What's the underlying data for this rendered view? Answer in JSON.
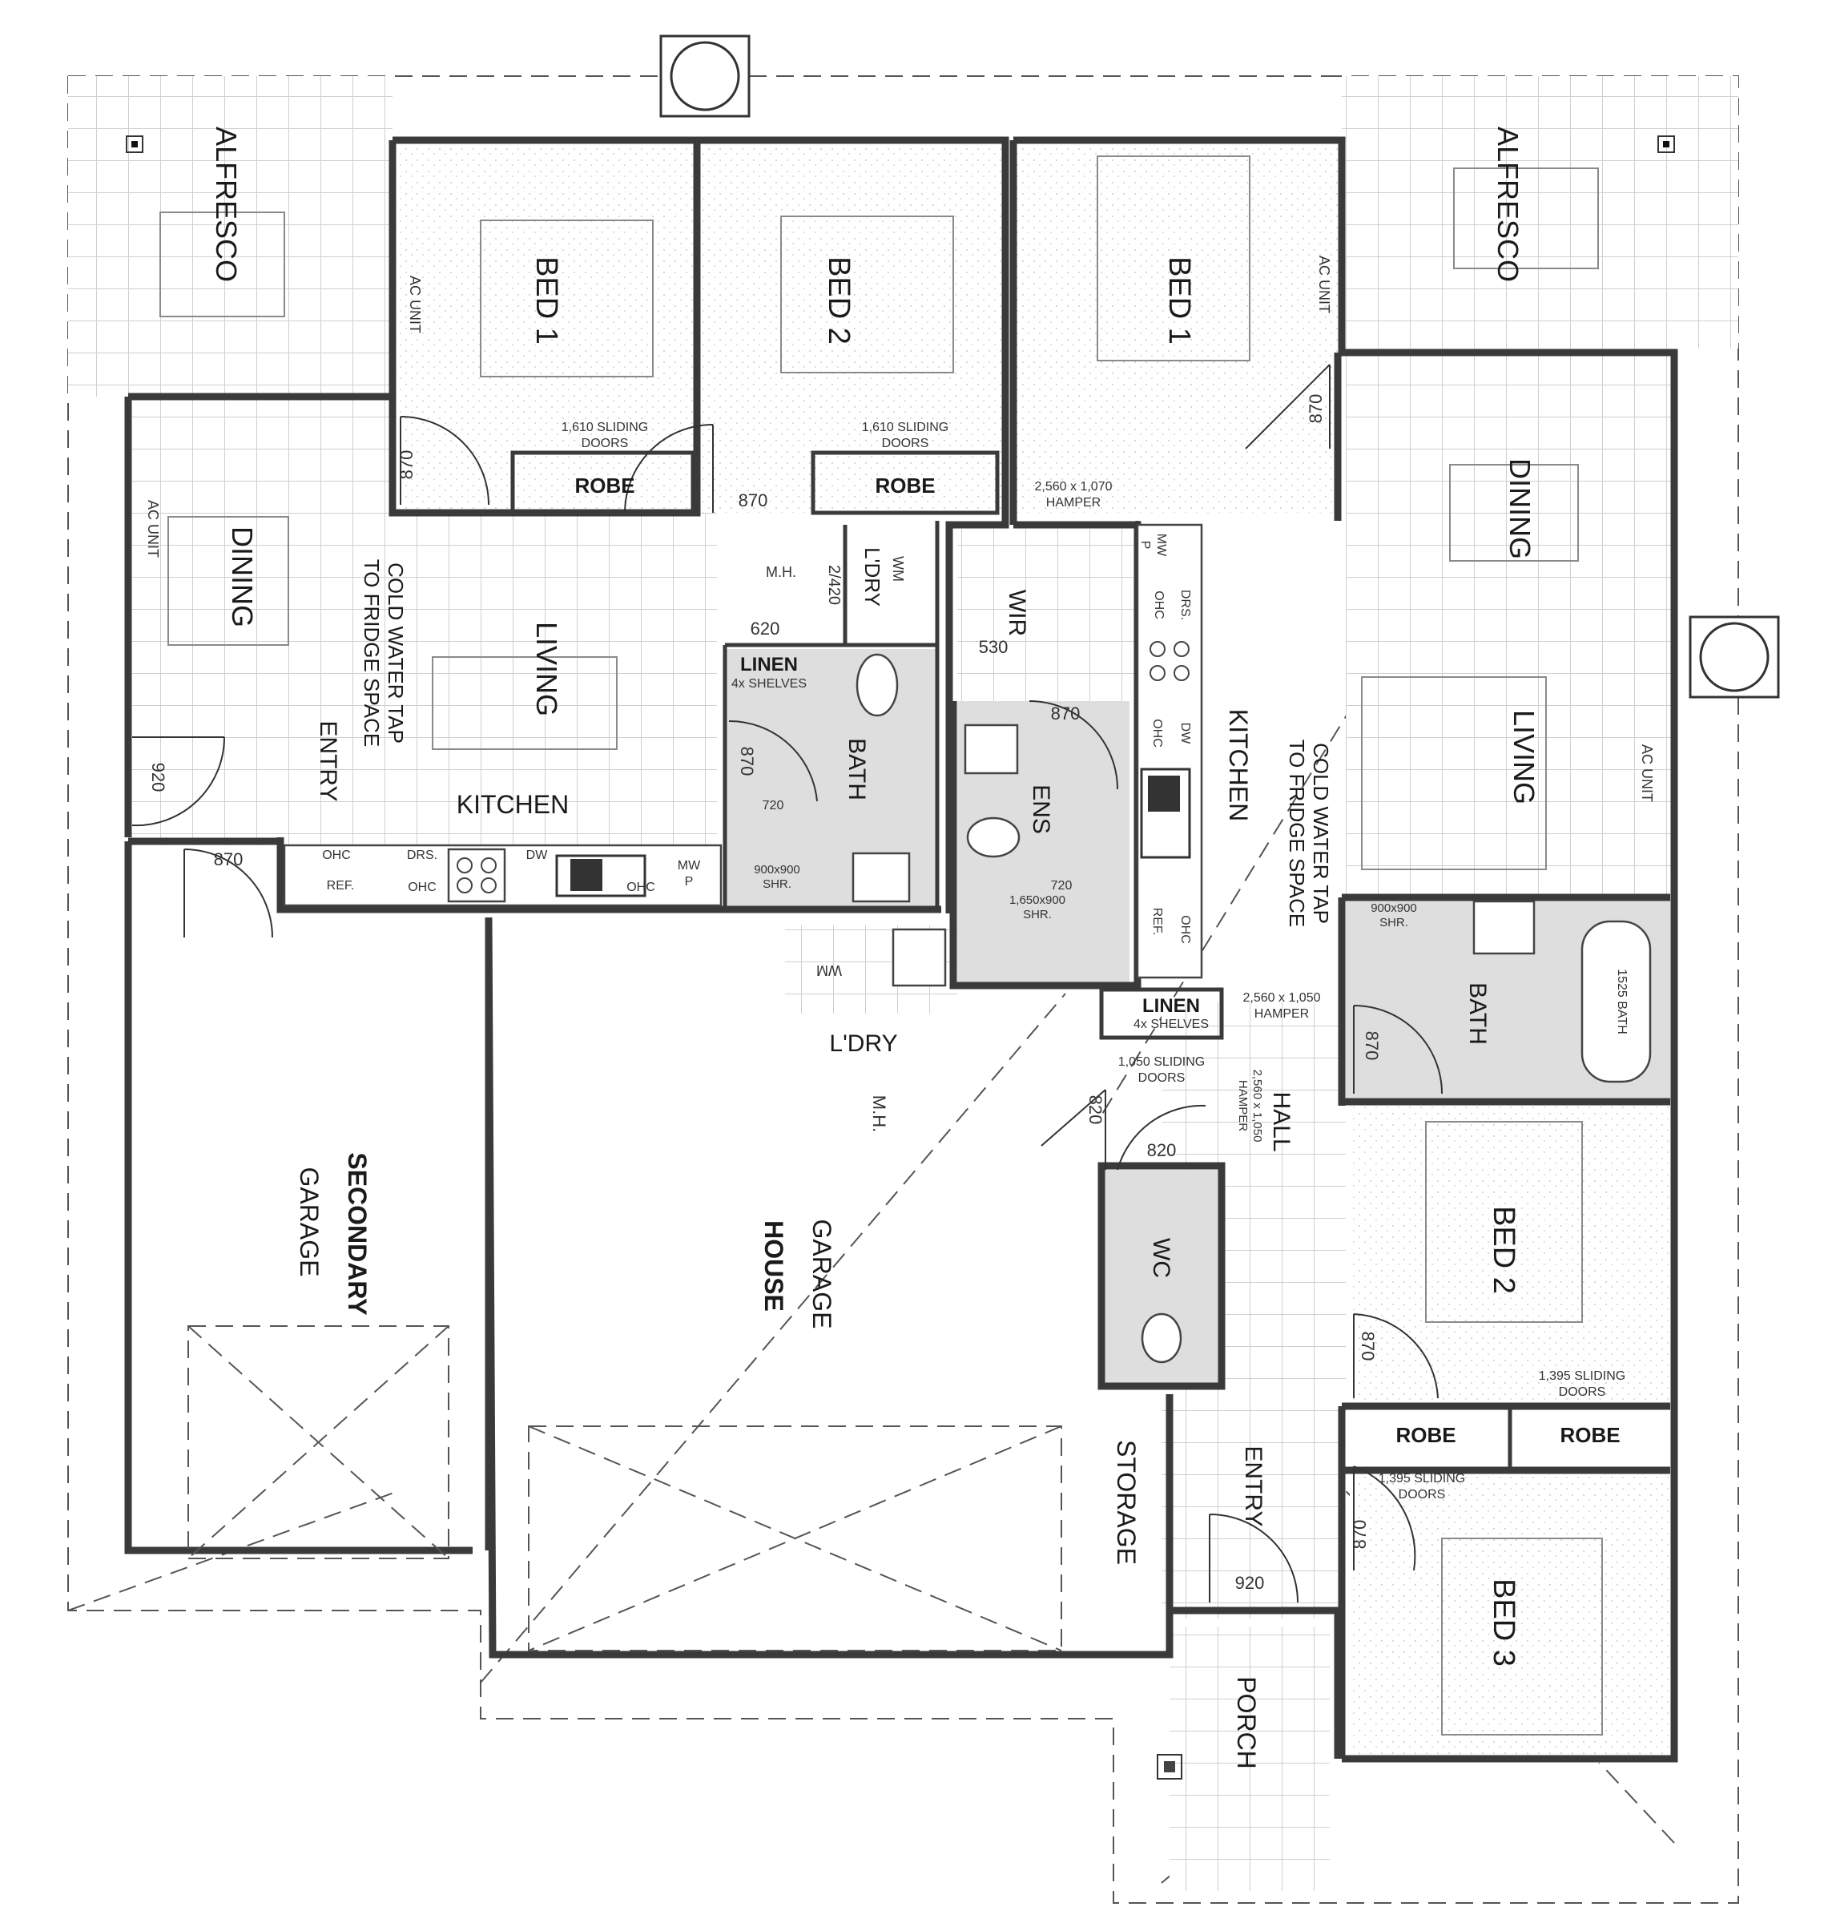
{
  "rooms": {
    "alfresco_left": "ALFRESCO",
    "alfresco_right": "ALFRESCO",
    "bed1_left": "BED 1",
    "bed2_left": "BED 2",
    "bed1_right": "BED 1",
    "bed2_right": "BED 2",
    "bed3_right": "BED 3",
    "dining_left": "DINING",
    "dining_right": "DINING",
    "living_left": "LIVING",
    "living_right": "LIVING",
    "kitchen_left": "KITCHEN",
    "kitchen_right": "KITCHEN",
    "entry_left": "ENTRY",
    "entry_right": "ENTRY",
    "ldry_left": "L'DRY",
    "ldry_center": "L'DRY",
    "bath_left": "BATH",
    "bath_right": "BATH",
    "ens": "ENS",
    "wir": "WIR",
    "wc": "WC",
    "hall": "HALL",
    "storage": "STORAGE",
    "porch": "PORCH",
    "secondary_garage_a": "SECONDARY",
    "secondary_garage_b": "GARAGE",
    "house_garage_a": "HOUSE",
    "house_garage_b": "GARAGE"
  },
  "labels": {
    "robe": "ROBE",
    "linen": "LINEN",
    "shelves": "4x SHELVES",
    "ac_unit": "AC UNIT",
    "mh": "M.H.",
    "wm": "WM",
    "ohc": "OHC",
    "drs": "DRS.",
    "dw": "DW",
    "ref": "REF.",
    "mwp_a": "MW",
    "mwp_b": "P",
    "shr_900": "900x900",
    "shr": "SHR.",
    "shr_1650": "1,650x900",
    "bath1525": "1525 BATH",
    "sliding_1610_a": "1,610 SLIDING",
    "sliding_1395_a": "1,395 SLIDING",
    "sliding_1050_a": "1,050 SLIDING",
    "doors": "DOORS",
    "hamper_top": "2,560 x 1,070",
    "hamper_mid": "2,560 x 1,050",
    "hamper_vert": "2,560 x 1,050",
    "hamper": "HAMPER",
    "cold_tap_a": "COLD WATER TAP",
    "cold_tap_b": "TO FRIDGE SPACE"
  },
  "dims": {
    "d870": "870",
    "d920": "920",
    "d820": "820",
    "d620": "620",
    "d720": "720",
    "d530": "530",
    "d2420": "2/420"
  }
}
